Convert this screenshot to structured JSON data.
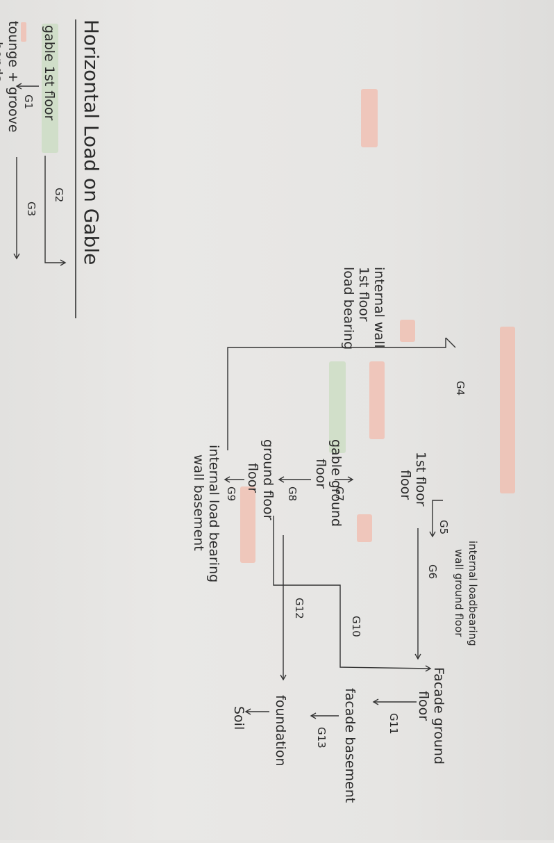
{
  "title": "Horizontal Load on Gable",
  "nodes": {
    "gable_1st_floor": "gable 1st floor",
    "tounge_groove_l1": "tounge + groove",
    "tounge_groove_l2": "bonds",
    "internal_wall_l1": "internal wall",
    "internal_wall_l2": "1st floor",
    "internal_wall_l3": "load bearing",
    "first_floor_l1": "1st floor",
    "first_floor_l2": "floor",
    "gable_ground_l1": "gable ground",
    "gable_ground_l2": "floor",
    "ground_floor_l1": "ground floor",
    "ground_floor_l2": "floor",
    "internal_basement_l1": "internal load bearing",
    "internal_basement_l2": "wall basement",
    "internal_ground_l1": "internal loadbearing",
    "internal_ground_l2": "wall ground floor",
    "facade_ground_l1": "Facade ground",
    "facade_ground_l2": "floor",
    "facade_basement": "facade basement",
    "foundation": "foundation",
    "soil": "Soil"
  },
  "edges": {
    "g1": "G1",
    "g2": "G2",
    "g3": "G3",
    "g4": "G4",
    "g5": "G5",
    "g6": "G6",
    "g7": "G7",
    "g8": "G8",
    "g9": "G9",
    "g10": "G10",
    "g11": "G11",
    "g12": "G12",
    "g13": "G13"
  },
  "colors": {
    "highlight_green": "#c9dcc0",
    "highlight_pink": "#f2b9a9",
    "ink": "#2a2a2a"
  }
}
